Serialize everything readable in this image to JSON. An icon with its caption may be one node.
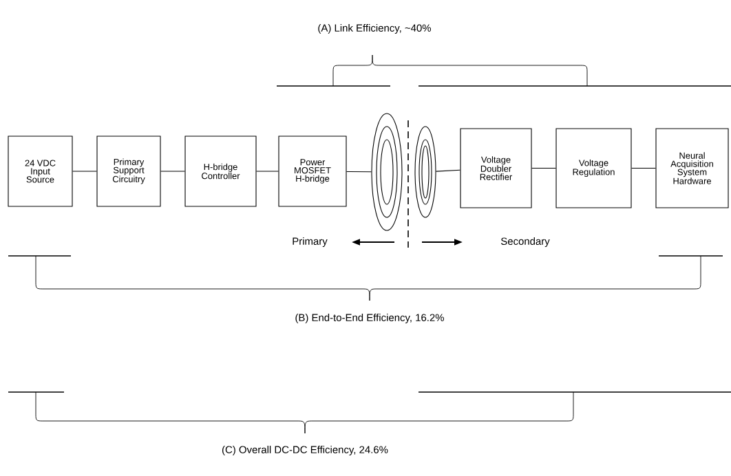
{
  "diagram": {
    "nodes": [
      {
        "text": [
          "24 VDC Input Source"
        ]
      },
      {
        "text": [
          "Primary Support Circuitry"
        ]
      },
      {
        "text": [
          "H-bridge Controller"
        ]
      },
      {
        "text": [
          "Power MOSFET H-bridge"
        ]
      },
      {
        "text": [],
        "shape": "coil"
      },
      {
        "text": [],
        "shape": "coil"
      },
      {
        "text": [
          "Voltage Doubler Rectifier"
        ]
      },
      {
        "text": [
          "Voltage Regulation"
        ]
      },
      {
        "text": [
          "Neural Acquisition System Hardware"
        ]
      }
    ],
    "edges": [
      {
        "from": 0,
        "to": 1,
        "arrow": "none"
      },
      {
        "from": 1,
        "to": 2,
        "arrow": "none"
      },
      {
        "from": 2,
        "to": 3,
        "arrow": "none"
      },
      {
        "from": 3,
        "to": 4,
        "arrow": "none"
      },
      {
        "from": 5,
        "to": 6,
        "arrow": "none"
      },
      {
        "from": 6,
        "to": 7,
        "arrow": "none"
      },
      {
        "from": 7,
        "to": 8,
        "arrow": "none"
      }
    ],
    "labels": [
      "(A) Link Efficiency, ~40%",
      "Primary",
      "Secondary",
      "(B) End-to-End Efficiency, 16.2%",
      "(C) Overall DC-DC Efficiency, 24.6%"
    ]
  }
}
